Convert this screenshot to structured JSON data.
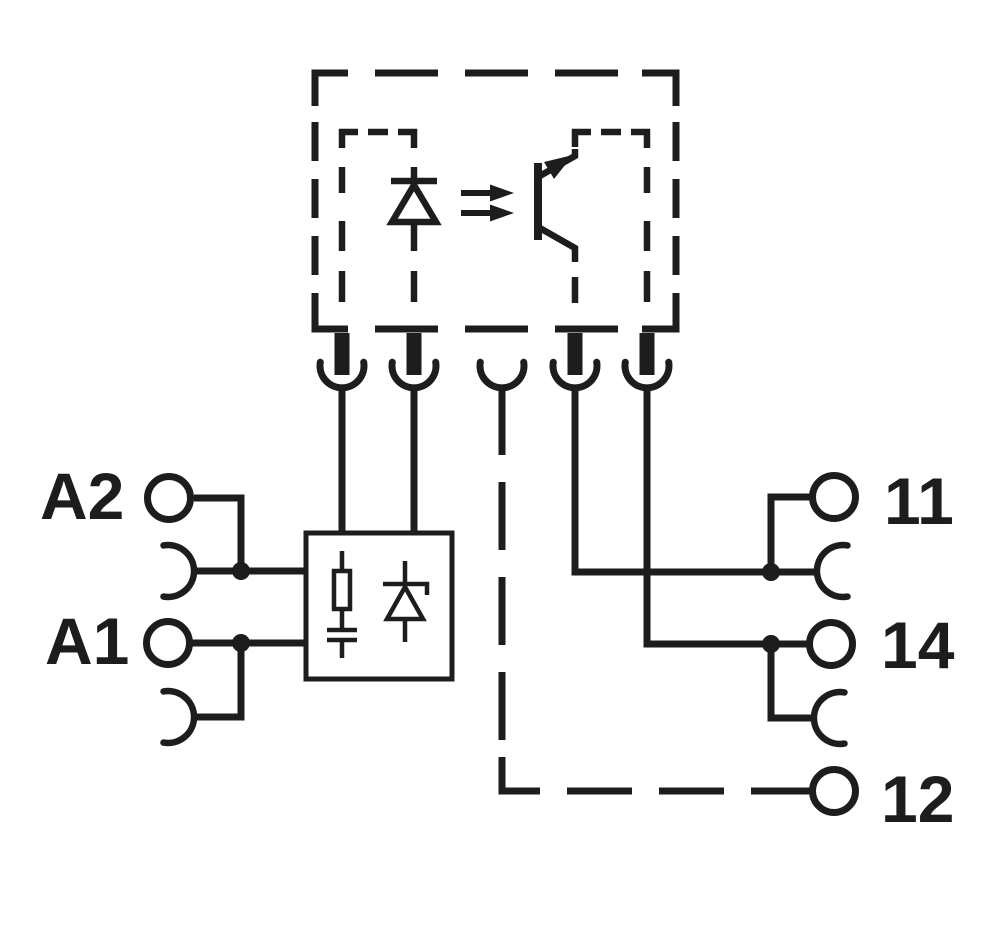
{
  "diagram_type": "relay-module-wiring-schematic",
  "labels": {
    "a2": "A2",
    "a1": "A1",
    "t11": "11",
    "t14": "14",
    "t12": "12"
  },
  "colors": {
    "ink": "#1d1d1b",
    "background": "#ffffff"
  },
  "symbols": [
    "module-dashed-outline",
    "optocoupler-led-icon",
    "light-emission-arrows-icon",
    "phototransistor-icon",
    "plug-pin-icon",
    "socket-contact-icon",
    "terminal-circle-icon",
    "resistor-icon",
    "capacitor-icon",
    "suppressor-diode-icon",
    "junction-dot"
  ]
}
